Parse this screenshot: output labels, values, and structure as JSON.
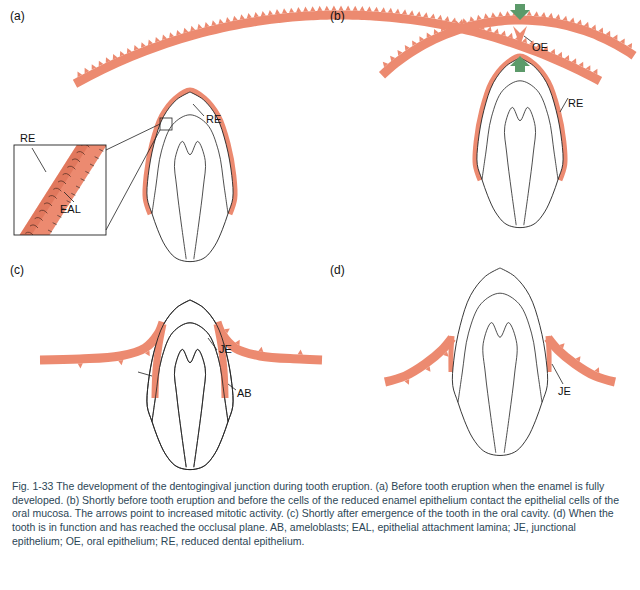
{
  "diagram": {
    "caption": "Fig. 1-33 The development of the dentogingival junction during tooth eruption. (a) Before tooth eruption when the enamel is fully developed. (b) Shortly before tooth eruption and before the cells of the reduced enamel epithelium contact the epithelial cells of the oral mucosa. The arrows point to increased mitotic activity. (c) Shortly after emergence of the tooth in the oral cavity. (d) When the tooth is in function and has reached the occlusal plane. AB, ameloblasts; EAL, epithelial attachment lamina; JE, junctional epithelium; OE, oral epithelium; RE, reduced dental epithelium.",
    "labels": [
      "(a)",
      "RE",
      "EAL",
      "RE",
      "(b)",
      "OE",
      "RE",
      "(c)",
      "JE",
      "AB",
      "(d)",
      "JE"
    ]
  }
}
